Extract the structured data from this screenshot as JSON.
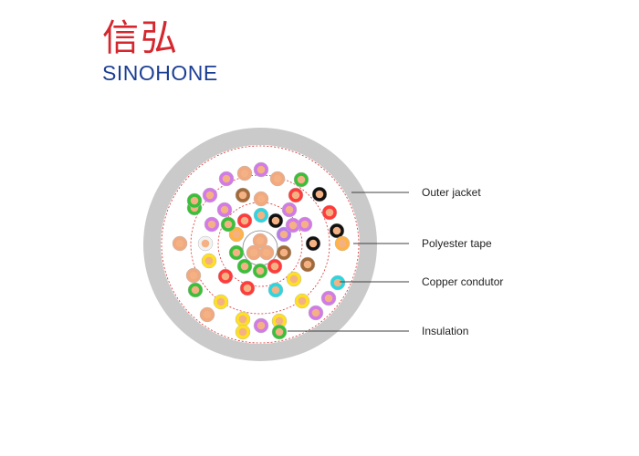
{
  "logo": {
    "cn": "信弘",
    "en": "SINOHONE"
  },
  "labels": {
    "outer_jacket": "Outer jacket",
    "polyester_tape": "Polyester tape",
    "copper_conductor": "Copper condutor",
    "insulation": "Insulation"
  },
  "colors": {
    "jacket": "#cacaca",
    "core_fill": "#ffffff",
    "tape_dash": "#e03030",
    "leader": "#404040",
    "logo_red": "#d4272e",
    "logo_blue": "#1c3f94"
  },
  "wire_colors": [
    "#f1a97f",
    "#ff3b3b",
    "#ffe020",
    "#39c039",
    "#d27ae8",
    "#2ad7e0",
    "#111111",
    "#b67bf0",
    "#a06a3a",
    "#ffb347",
    "#f2f2f2"
  ]
}
